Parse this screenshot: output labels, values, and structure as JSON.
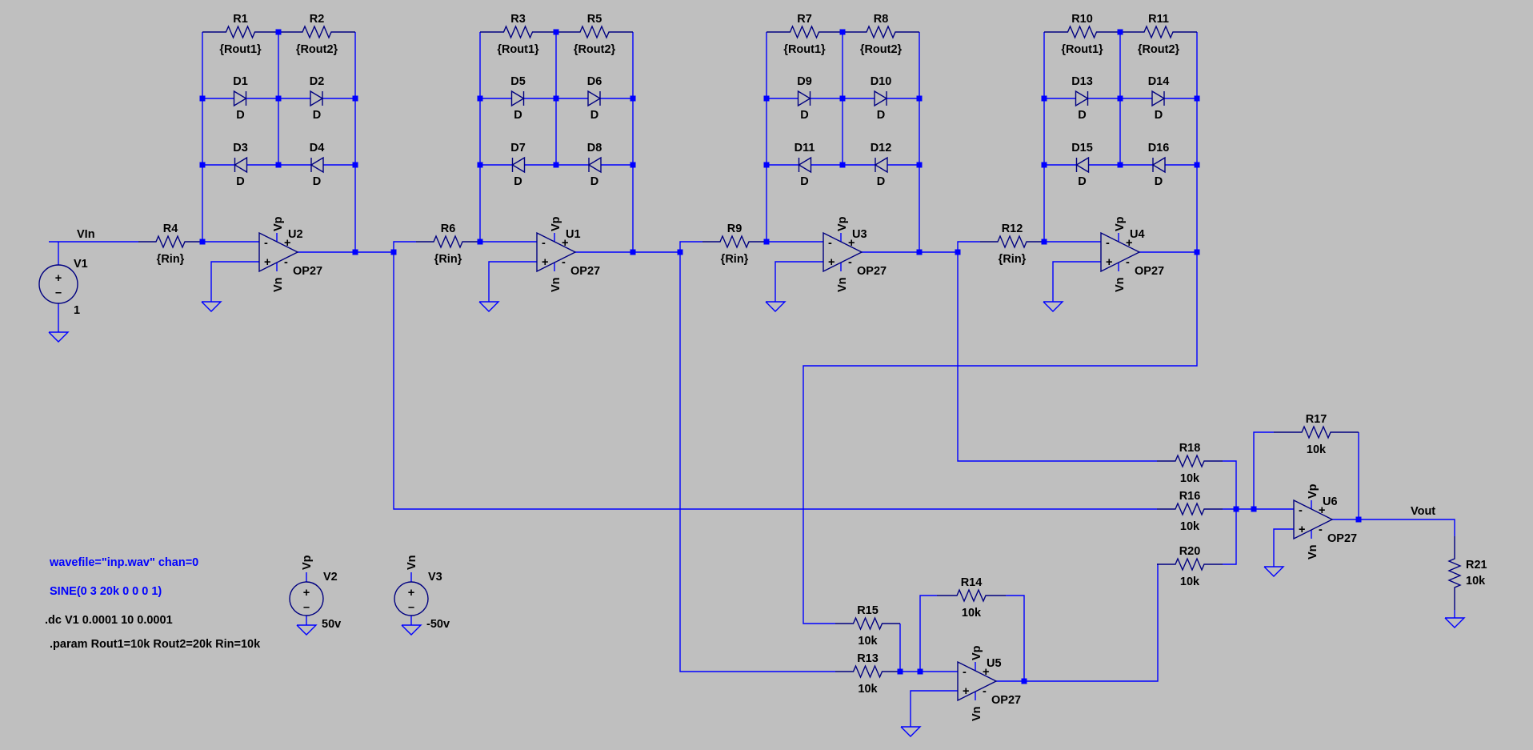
{
  "colors": {
    "background": "#bfbfbf",
    "wire": "#0000ff",
    "symbol": "#000080",
    "junction": "#0000ff",
    "text": "#000000",
    "directive": "#0000ff"
  },
  "stages": [
    {
      "r_top_left": {
        "name": "R1",
        "value": "{Rout1}"
      },
      "r_top_right": {
        "name": "R2",
        "value": "{Rout2}"
      },
      "d_tl": {
        "name": "D1",
        "model": "D"
      },
      "d_tr": {
        "name": "D2",
        "model": "D"
      },
      "d_bl": {
        "name": "D3",
        "model": "D"
      },
      "d_br": {
        "name": "D4",
        "model": "D"
      },
      "r_in": {
        "name": "R4",
        "value": "{Rin}"
      },
      "opamp": {
        "name": "U2",
        "model": "OP27"
      }
    },
    {
      "r_top_left": {
        "name": "R3",
        "value": "{Rout1}"
      },
      "r_top_right": {
        "name": "R5",
        "value": "{Rout2}"
      },
      "d_tl": {
        "name": "D5",
        "model": "D"
      },
      "d_tr": {
        "name": "D6",
        "model": "D"
      },
      "d_bl": {
        "name": "D7",
        "model": "D"
      },
      "d_br": {
        "name": "D8",
        "model": "D"
      },
      "r_in": {
        "name": "R6",
        "value": "{Rin}"
      },
      "opamp": {
        "name": "U1",
        "model": "OP27"
      }
    },
    {
      "r_top_left": {
        "name": "R7",
        "value": "{Rout1}"
      },
      "r_top_right": {
        "name": "R8",
        "value": "{Rout2}"
      },
      "d_tl": {
        "name": "D9",
        "model": "D"
      },
      "d_tr": {
        "name": "D10",
        "model": "D"
      },
      "d_bl": {
        "name": "D11",
        "model": "D"
      },
      "d_br": {
        "name": "D12",
        "model": "D"
      },
      "r_in": {
        "name": "R9",
        "value": "{Rin}"
      },
      "opamp": {
        "name": "U3",
        "model": "OP27"
      }
    },
    {
      "r_top_left": {
        "name": "R10",
        "value": "{Rout1}"
      },
      "r_top_right": {
        "name": "R11",
        "value": "{Rout2}"
      },
      "d_tl": {
        "name": "D13",
        "model": "D"
      },
      "d_tr": {
        "name": "D14",
        "model": "D"
      },
      "d_bl": {
        "name": "D15",
        "model": "D"
      },
      "d_br": {
        "name": "D16",
        "model": "D"
      },
      "r_in": {
        "name": "R12",
        "value": "{Rin}"
      },
      "opamp": {
        "name": "U4",
        "model": "OP27"
      }
    }
  ],
  "supply_pins": {
    "pos": "Vp",
    "neg": "Vn"
  },
  "v1": {
    "name": "V1",
    "value": "1"
  },
  "v2": {
    "name": "V2",
    "value": "50v",
    "net": "Vp"
  },
  "v3": {
    "name": "V3",
    "value": "-50v",
    "net": "Vn"
  },
  "nets": {
    "vin": "VIn",
    "vout": "Vout"
  },
  "summer": {
    "r18": {
      "name": "R18",
      "value": "10k"
    },
    "r16": {
      "name": "R16",
      "value": "10k"
    },
    "r20": {
      "name": "R20",
      "value": "10k"
    },
    "r17": {
      "name": "R17",
      "value": "10k"
    },
    "opamp": {
      "name": "U6",
      "model": "OP27"
    }
  },
  "sub": {
    "r15": {
      "name": "R15",
      "value": "10k"
    },
    "r13": {
      "name": "R13",
      "value": "10k"
    },
    "r14": {
      "name": "R14",
      "value": "10k"
    },
    "opamp": {
      "name": "U5",
      "model": "OP27"
    }
  },
  "load": {
    "name": "R21",
    "value": "10k"
  },
  "directives": {
    "wave": "wavefile=\"inp.wav\" chan=0",
    "sine": "SINE(0 3 20k 0 0 0 1)",
    "dc": ".dc V1 0.0001 10 0.0001",
    "param": ".param Rout1=10k Rout2=20k Rin=10k"
  }
}
